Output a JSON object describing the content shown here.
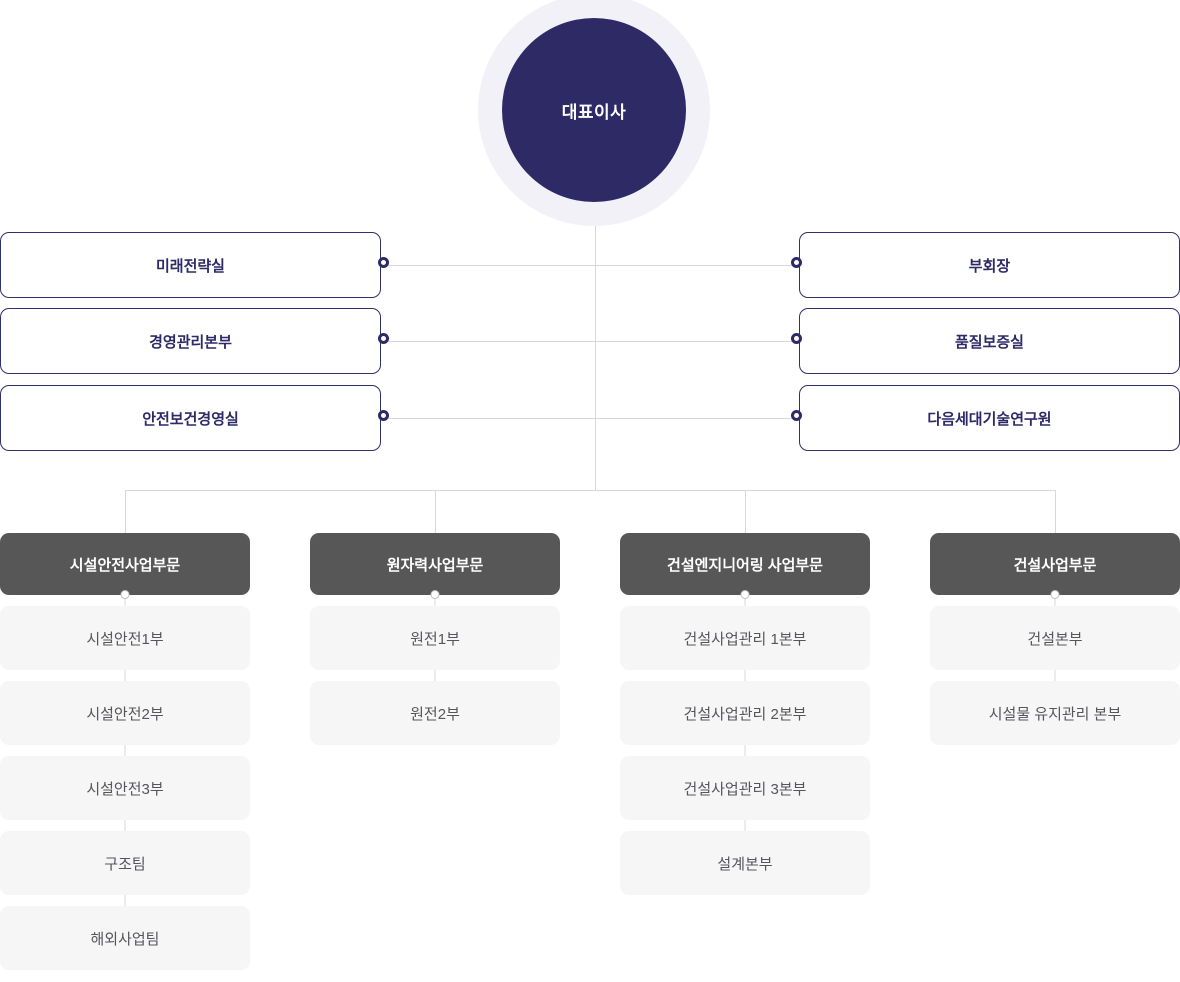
{
  "chart": {
    "title_node": {
      "label": "대표이사",
      "icon": "ceo-circle-icon"
    },
    "accent_navy": "#2d2a66",
    "accent_gray": "#585757",
    "sub_bg": "#f6f6f6",
    "line_color": "#d8d8da"
  },
  "staff_left": [
    {
      "label": "미래전략실"
    },
    {
      "label": "경영관리본부"
    },
    {
      "label": "안전보건경영실"
    }
  ],
  "staff_right": [
    {
      "label": "부회장"
    },
    {
      "label": "품질보증실"
    },
    {
      "label": "다음세대기술연구원"
    }
  ],
  "divisions": [
    {
      "header": "시설안전사업부문",
      "items": [
        {
          "label": "시설안전1부"
        },
        {
          "label": "시설안전2부"
        },
        {
          "label": "시설안전3부"
        },
        {
          "label": "구조팀"
        },
        {
          "label": "해외사업팀"
        }
      ]
    },
    {
      "header": "원자력사업부문",
      "items": [
        {
          "label": "원전1부"
        },
        {
          "label": "원전2부"
        }
      ]
    },
    {
      "header": "건설엔지니어링 사업부문",
      "items": [
        {
          "label": "건설사업관리 1본부"
        },
        {
          "label": "건설사업관리 2본부"
        },
        {
          "label": "건설사업관리 3본부"
        },
        {
          "label": "설계본부"
        }
      ]
    },
    {
      "header": "건설사업부문",
      "items": [
        {
          "label": "건설본부"
        },
        {
          "label": "시설물 유지관리 본부"
        }
      ]
    }
  ]
}
